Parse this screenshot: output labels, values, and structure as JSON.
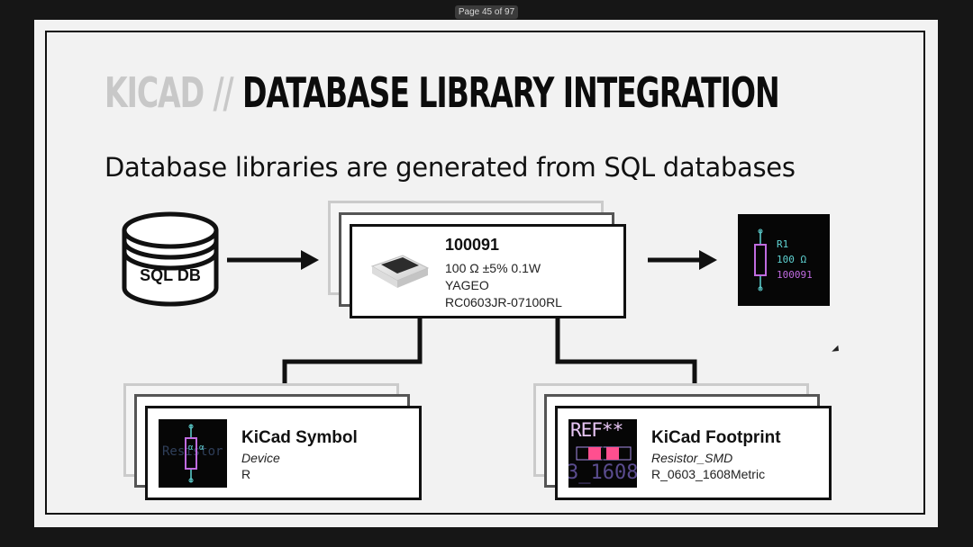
{
  "viewer": {
    "page_indicator": "Page 45 of 97"
  },
  "slide": {
    "title_prefix": "KICAD //",
    "title_main": "DATABASE LIBRARY INTEGRATION",
    "subtitle": "Database libraries are generated from SQL databases"
  },
  "sql_db": {
    "label": "SQL DB"
  },
  "part_card": {
    "id": "100091",
    "spec": "100 Ω ±5% 0.1W",
    "manufacturer": "YAGEO",
    "mpn": "RC0603JR-07100RL"
  },
  "schematic_preview": {
    "ref": "R1",
    "value": "100 Ω",
    "part": "100091"
  },
  "symbol_card": {
    "title": "KiCad Symbol",
    "library": "Device",
    "name": "R",
    "thumb_text": "Resistor"
  },
  "footprint_card": {
    "title": "KiCad Footprint",
    "library": "Resistor_SMD",
    "name": "R_0603_1608Metric",
    "thumb_ref": "REF**",
    "thumb_val": "3_1608"
  },
  "colors": {
    "symbol_cyan": "#5fd3d3",
    "symbol_purple": "#c06be0",
    "pad_pink": "#ff4f8f",
    "fab_purple": "#a58ce6",
    "title_gray": "#c8c8c8"
  }
}
